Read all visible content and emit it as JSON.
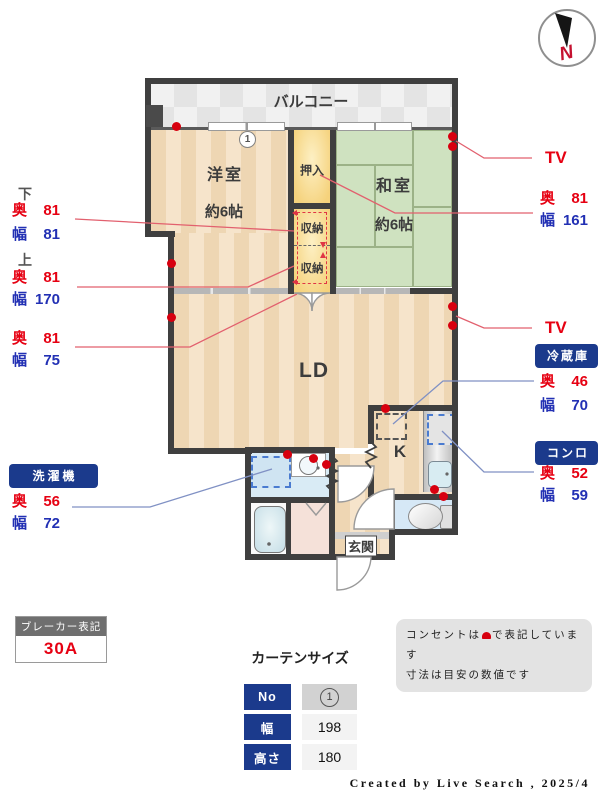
{
  "compass": {
    "n": "N"
  },
  "plan": {
    "balcony": "バルコニー",
    "window_tag": "1",
    "yoshitsu": "洋室",
    "yoshitsu_size": "約6帖",
    "washitsu": "和室",
    "washitsu_size": "約6帖",
    "oshiire": "押入",
    "storage_upper": "収納",
    "storage_lower": "収納",
    "ld": "LD",
    "kitchen": "K",
    "genkan": "玄関"
  },
  "labels": {
    "oku": "奥",
    "haba": "幅",
    "tv": "TV"
  },
  "measures": {
    "lower": {
      "title": "下",
      "oku": "81",
      "haba": "81"
    },
    "upper": {
      "title": "上",
      "oku": "81",
      "haba": "170"
    },
    "ld_closet": {
      "oku": "81",
      "haba": "75"
    },
    "washitsu": {
      "oku": "81",
      "haba": "161"
    },
    "fridge": {
      "title": "冷蔵庫",
      "oku": "46",
      "haba": "70"
    },
    "stove": {
      "title": "コンロ",
      "oku": "52",
      "haba": "59"
    },
    "washer": {
      "title": "洗濯機",
      "oku": "56",
      "haba": "72"
    }
  },
  "breaker": {
    "title": "ブレーカー表記",
    "value": "30A"
  },
  "curtain": {
    "title": "カーテンサイズ",
    "no_label": "No",
    "no_value": "1",
    "width_label": "幅",
    "width_value": "198",
    "height_label": "高さ",
    "height_value": "180"
  },
  "note": {
    "line1_pre": "コンセントは",
    "line1_post": "で表記しています",
    "line2": "寸法は目安の数値です"
  },
  "footer": "Created by Live Search , 2025/4",
  "colors": {
    "accent_red": "#e60012",
    "accent_blue": "#2230b4",
    "badge_navy": "#1b3a8c",
    "wall": "#3f3f3f",
    "outlet_red": "#d7000f"
  }
}
